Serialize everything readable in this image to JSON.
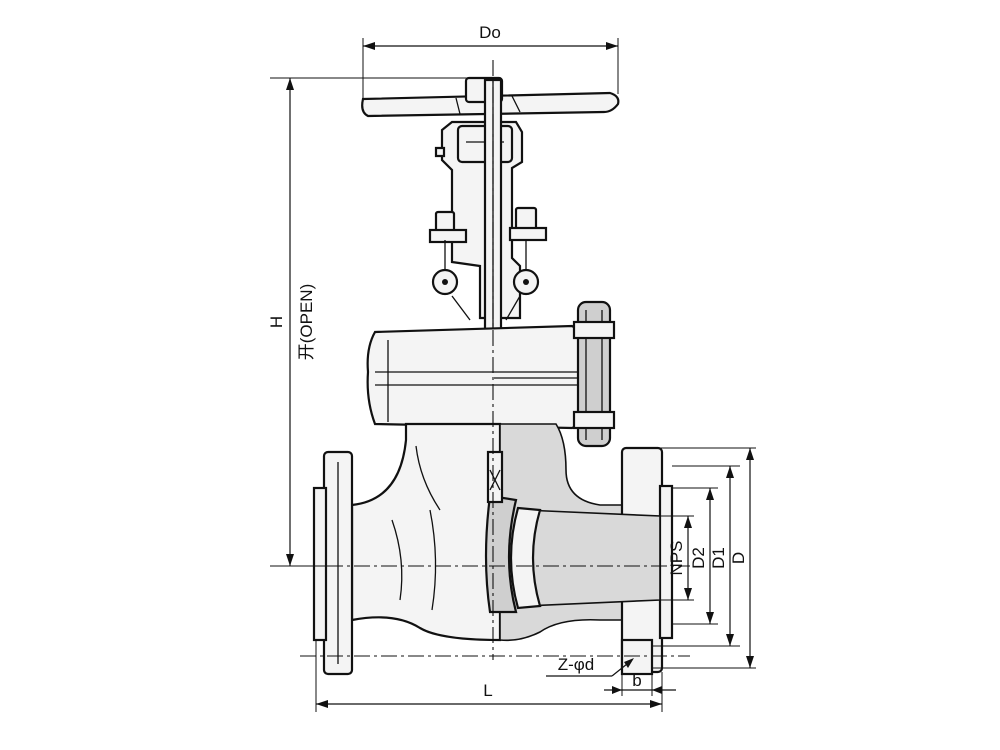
{
  "dimensions": {
    "handwheel_diameter": "Do",
    "height": "H",
    "open_state": "开(OPEN)",
    "nominal_size": "NPS",
    "raised_face_diameter": "D2",
    "bolt_circle_diameter": "D1",
    "flange_diameter": "D",
    "bolt_holes": "Z-φd",
    "face_to_face_length": "L",
    "flange_thickness": "b"
  }
}
